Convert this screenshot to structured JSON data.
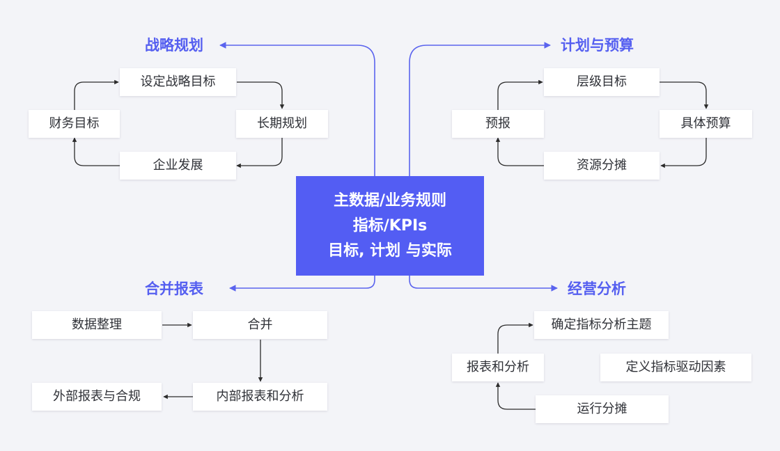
{
  "center": {
    "line1": "主数据/业务规则",
    "line2": "指标/KPIs",
    "line3": "目标, 计划 与实际"
  },
  "strategy": {
    "title": "战略规划",
    "set_goals": "设定战略目标",
    "long_term": "长期规划",
    "development": "企业发展",
    "financial_goals": "财务目标"
  },
  "budget": {
    "title": "计划与预算",
    "hierarchy": "层级目标",
    "specific": "具体预算",
    "allocation": "资源分摊",
    "forecast": "预报"
  },
  "consolidation": {
    "title": "合并报表",
    "data_prep": "数据整理",
    "merge": "合并",
    "internal": "内部报表和分析",
    "external": "外部报表与合规"
  },
  "analysis": {
    "title": "经营分析",
    "topic": "确定指标分析主题",
    "report": "报表和分析",
    "drivers": "定义指标驱动因素",
    "run": "运行分摊"
  },
  "colors": {
    "accent": "#535df3",
    "title": "#555ff0",
    "background": "#f3f4f8",
    "box_text": "#2f3137",
    "connector": "#2b2b2b"
  }
}
